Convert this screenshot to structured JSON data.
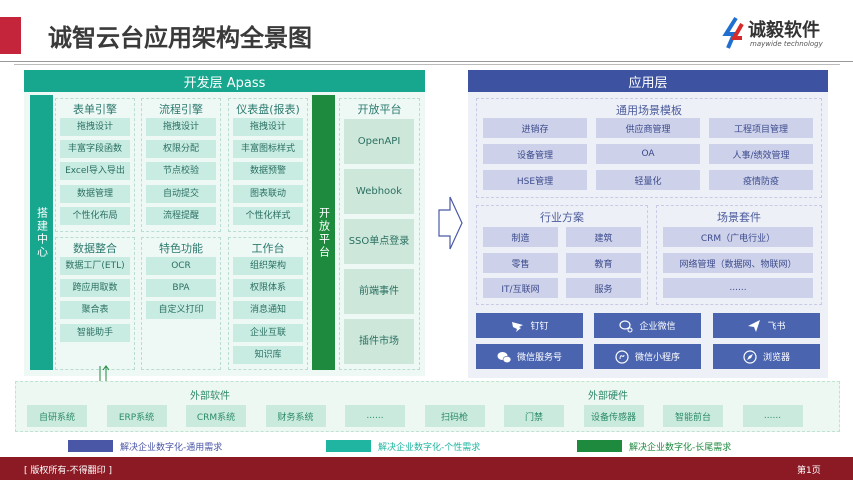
{
  "title": "诚智云台应用架构全景图",
  "logo": {
    "name": "诚毅软件",
    "sub": "maywide technology"
  },
  "dev_layer": {
    "title": "开发层 Apass",
    "build_center": "搭建中心",
    "open_bar": "开放平台",
    "modules": [
      {
        "title": "表单引擎",
        "items": [
          "拖拽设计",
          "丰富字段函数",
          "Excel导入导出",
          "数据管理",
          "个性化布局"
        ]
      },
      {
        "title": "流程引擎",
        "items": [
          "拖拽设计",
          "权限分配",
          "节点校验",
          "自动提交",
          "流程提醒"
        ]
      },
      {
        "title": "仪表盘(报表)",
        "items": [
          "拖拽设计",
          "丰富图标样式",
          "数据预警",
          "图表联动",
          "个性化样式"
        ]
      },
      {
        "title": "数据整合",
        "items": [
          "数据工厂(ETL)",
          "跨应用取数",
          "聚合表",
          "智能助手"
        ]
      },
      {
        "title": "特色功能",
        "items": [
          "OCR",
          "BPA",
          "自定义打印"
        ]
      },
      {
        "title": "工作台",
        "items": [
          "组织架构",
          "权限体系",
          "消息通知",
          "企业互联",
          "知识库"
        ]
      }
    ],
    "open_platform": {
      "title": "开放平台",
      "items": [
        "OpenAPI",
        "Webhook",
        "SSO单点登录",
        "前端事件",
        "插件市场"
      ]
    }
  },
  "app_layer": {
    "title": "应用层",
    "templates": {
      "title": "通用场景模板",
      "items": [
        "进销存",
        "供应商管理",
        "工程项目管理",
        "设备管理",
        "OA",
        "人事/绩效管理",
        "HSE管理",
        "轻量化",
        "疫情防疫"
      ]
    },
    "industry": {
      "title": "行业方案",
      "items": [
        "制造",
        "建筑",
        "零售",
        "教育",
        "IT/互联网",
        "服务"
      ]
    },
    "suites": {
      "title": "场景套件",
      "items": [
        "CRM（广电行业）",
        "网络管理（数据网、物联网）",
        "......"
      ]
    },
    "platforms": [
      {
        "label": "钉钉",
        "icon": "dingtalk-icon"
      },
      {
        "label": "企业微信",
        "icon": "wecom-icon"
      },
      {
        "label": "飞书",
        "icon": "feishu-icon"
      },
      {
        "label": "微信服务号",
        "icon": "wechat-icon"
      },
      {
        "label": "微信小程序",
        "icon": "miniprogram-icon"
      },
      {
        "label": "浏览器",
        "icon": "compass-icon"
      }
    ]
  },
  "external": {
    "software_title": "外部软件",
    "hardware_title": "外部硬件",
    "items": [
      "自研系统",
      "ERP系统",
      "CRM系统",
      "财务系统",
      "......",
      "扫码枪",
      "门禁",
      "设备传感器",
      "智能前台",
      "......"
    ]
  },
  "legend": [
    {
      "label": "解决企业数字化-通用需求",
      "color": "#4a56a6"
    },
    {
      "label": "解决企业数字化-个性需求",
      "color": "#1fb5a0"
    },
    {
      "label": "解决企业数字化-长尾需求",
      "color": "#1d8a3e"
    }
  ],
  "footer": {
    "copyright": "[ 版权所有-不得翻印 ]",
    "page": "第1页"
  },
  "colors": {
    "teal": "#17a68e",
    "green": "#1d8a3e",
    "indigo": "#3d52a0",
    "red": "#8b1a24"
  }
}
